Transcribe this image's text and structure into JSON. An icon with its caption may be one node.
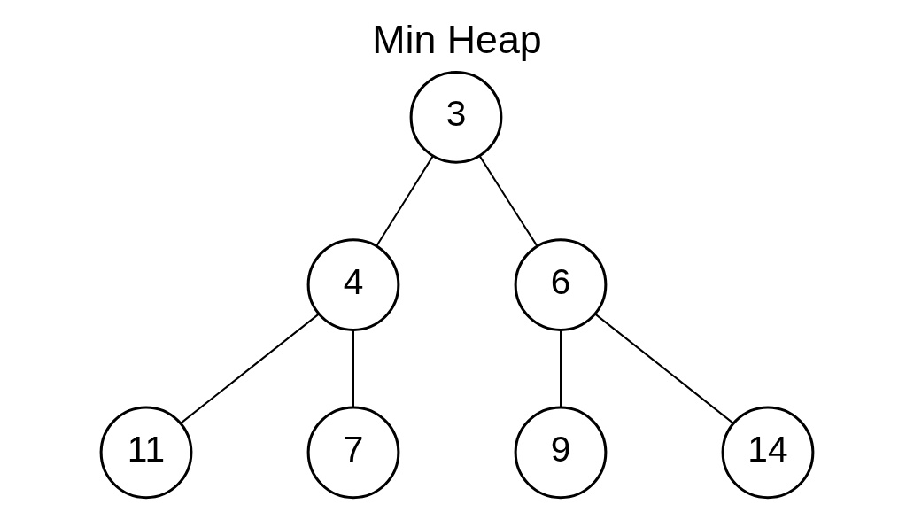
{
  "diagram": {
    "title": "Min Heap",
    "nodes": [
      {
        "text": [
          "3"
        ]
      },
      {
        "text": [
          "4"
        ]
      },
      {
        "text": [
          "6"
        ]
      },
      {
        "text": [
          "11"
        ]
      },
      {
        "text": [
          "7"
        ]
      },
      {
        "text": [
          "9"
        ]
      },
      {
        "text": [
          "14"
        ]
      }
    ],
    "edges": [
      {
        "from": 0,
        "to": 1,
        "arrow": "none"
      },
      {
        "from": 0,
        "to": 2,
        "arrow": "none"
      },
      {
        "from": 1,
        "to": 3,
        "arrow": "none"
      },
      {
        "from": 1,
        "to": 4,
        "arrow": "none"
      },
      {
        "from": 2,
        "to": 5,
        "arrow": "none"
      },
      {
        "from": 2,
        "to": 6,
        "arrow": "none"
      }
    ]
  }
}
